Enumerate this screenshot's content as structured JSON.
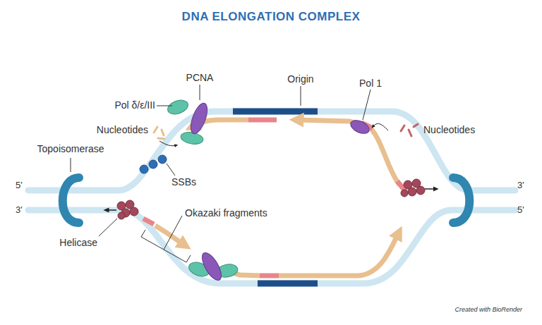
{
  "diagram": {
    "title": "DNA ELONGATION COMPLEX",
    "labels": [
      "Pol δ/ε/III",
      "PCNA",
      "Origin",
      "Pol 1",
      "Nucleotides",
      "Nucleotides",
      "Topoisomerase",
      "SSBs",
      "5'",
      "3'",
      "Okazaki fragments",
      "Helicase",
      "3'",
      "5'",
      "Created with BioRender"
    ]
  }
}
